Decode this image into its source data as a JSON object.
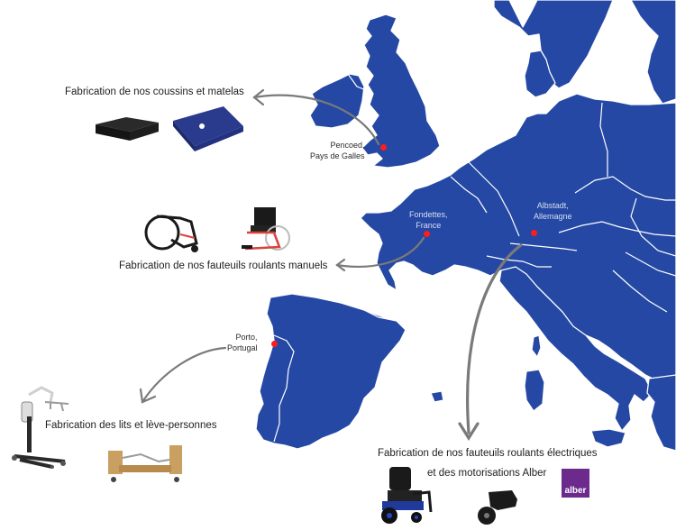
{
  "map": {
    "land_color": "#2448a4",
    "border_color": "#ffffff",
    "arrow_color": "#7a7a7a",
    "pin_color": "#ff1c1c"
  },
  "sites": [
    {
      "city": "Pencoed,",
      "region": "Pays de Galles"
    },
    {
      "city": "Fondettes,",
      "region": "France"
    },
    {
      "city": "Albstadt,",
      "region": "Allemagne"
    },
    {
      "city": "Porto,",
      "region": "Portugal"
    }
  ],
  "captions": {
    "cushions": "Fabrication de nos coussins et matelas",
    "manual_wheelchairs": "Fabrication de nos fauteuils roulants manuels",
    "beds_lifts": "Fabrication des lits et lève-personnes",
    "electric_line1": "Fabrication de nos fauteuils roulants électriques",
    "electric_line2": "et des motorisations Alber"
  },
  "logos": {
    "alber": "alber"
  },
  "products": [
    "black-cushion",
    "blue-mattress",
    "folding-wheelchair",
    "red-frame-wheelchair",
    "patient-lift",
    "wooden-care-bed",
    "power-wheelchair",
    "alber-power-drive"
  ]
}
